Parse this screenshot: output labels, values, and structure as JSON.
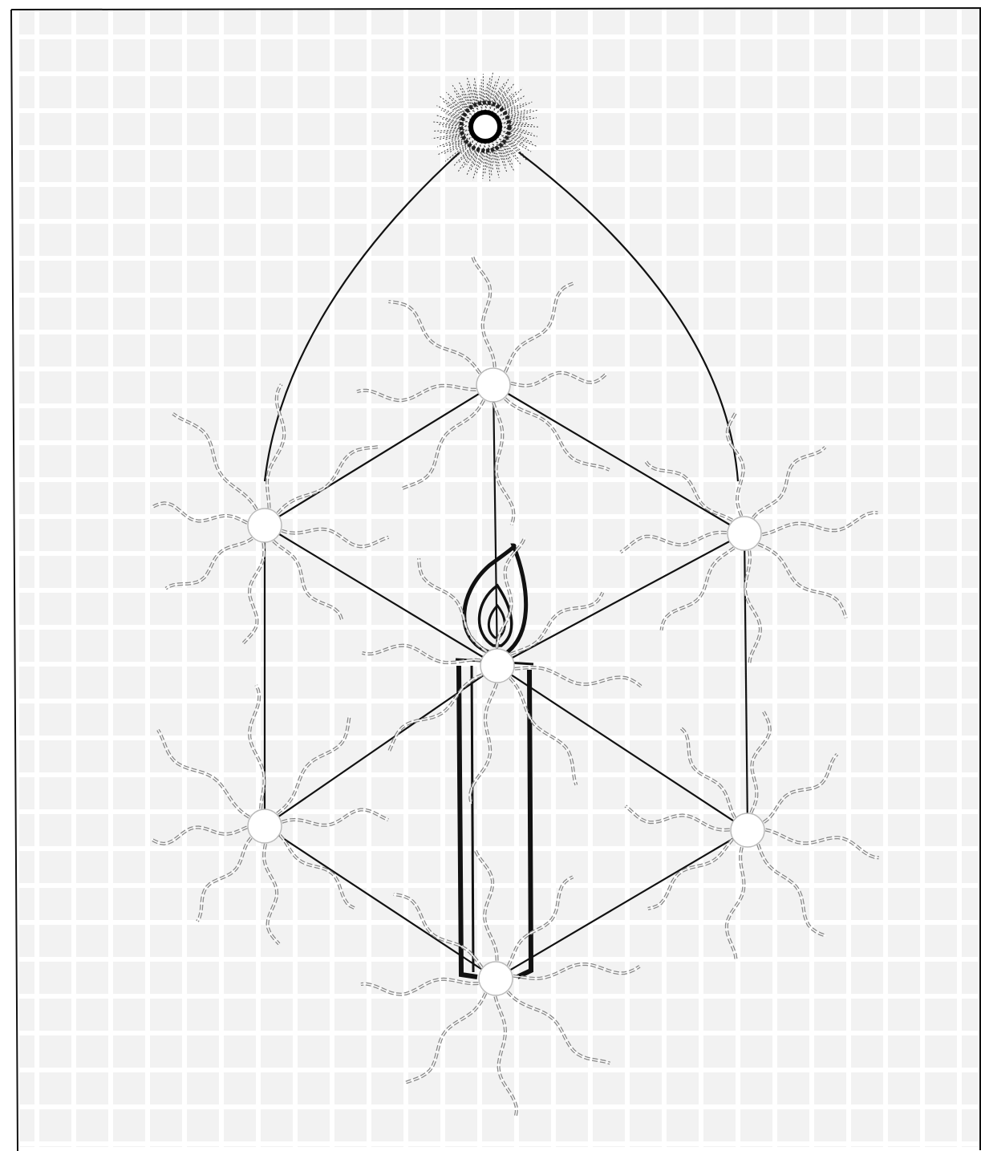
{
  "colors": {
    "background": "#fefefe",
    "ink": "#111111",
    "faint_grid": "#efefef",
    "halo": "#444444",
    "ray": "#888888",
    "node_fill": "#ffffff"
  },
  "diagram": {
    "elements": [
      "frame",
      "grid-background",
      "top-radiant-node",
      "pointed-arch",
      "hexagram-lattice",
      "candle",
      "flame",
      "radiant-nodes"
    ]
  }
}
